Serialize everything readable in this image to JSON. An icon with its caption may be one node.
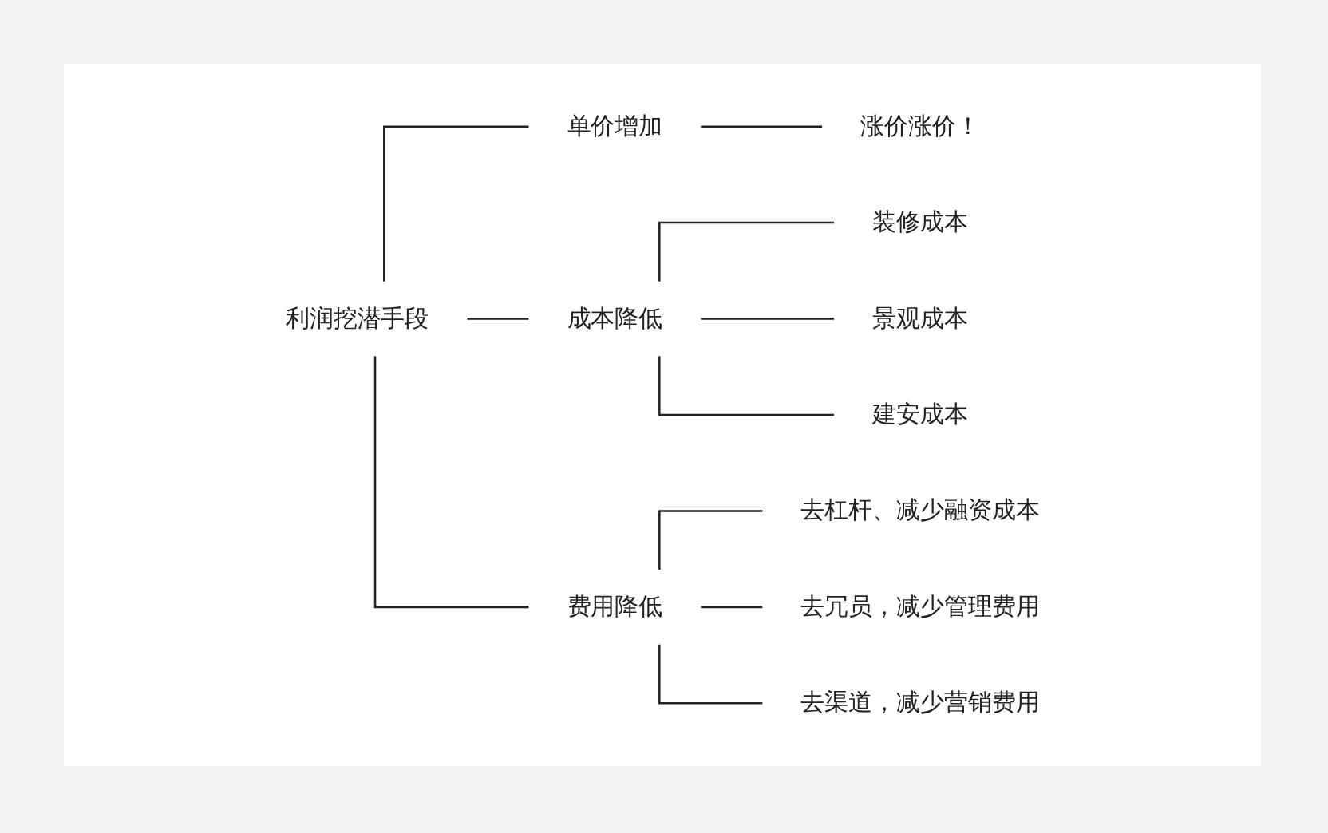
{
  "diagram": {
    "nodes": [
      {
        "text": [
          "利润挖潜手段"
        ]
      },
      {
        "text": [
          "单价增加"
        ]
      },
      {
        "text": [
          "成本降低"
        ]
      },
      {
        "text": [
          "费用降低"
        ]
      },
      {
        "text": [
          "涨价涨价！"
        ]
      },
      {
        "text": [
          "装修成本"
        ]
      },
      {
        "text": [
          "景观成本"
        ]
      },
      {
        "text": [
          "建安成本"
        ]
      },
      {
        "text": [
          "去杠杆、减少融资成本"
        ]
      },
      {
        "text": [
          "去冗员，减少管理费用"
        ]
      },
      {
        "text": [
          "去渠道，减少营销费用"
        ]
      }
    ],
    "edges": [
      {
        "from": 0,
        "to": 1,
        "arrow": "none"
      },
      {
        "from": 0,
        "to": 2,
        "arrow": "none"
      },
      {
        "from": 0,
        "to": 3,
        "arrow": "none"
      },
      {
        "from": 1,
        "to": 4,
        "arrow": "none"
      },
      {
        "from": 2,
        "to": 5,
        "arrow": "none"
      },
      {
        "from": 2,
        "to": 6,
        "arrow": "none"
      },
      {
        "from": 2,
        "to": 7,
        "arrow": "none"
      },
      {
        "from": 3,
        "to": 8,
        "arrow": "none"
      },
      {
        "from": 3,
        "to": 9,
        "arrow": "none"
      },
      {
        "from": 3,
        "to": 10,
        "arrow": "none"
      }
    ]
  }
}
